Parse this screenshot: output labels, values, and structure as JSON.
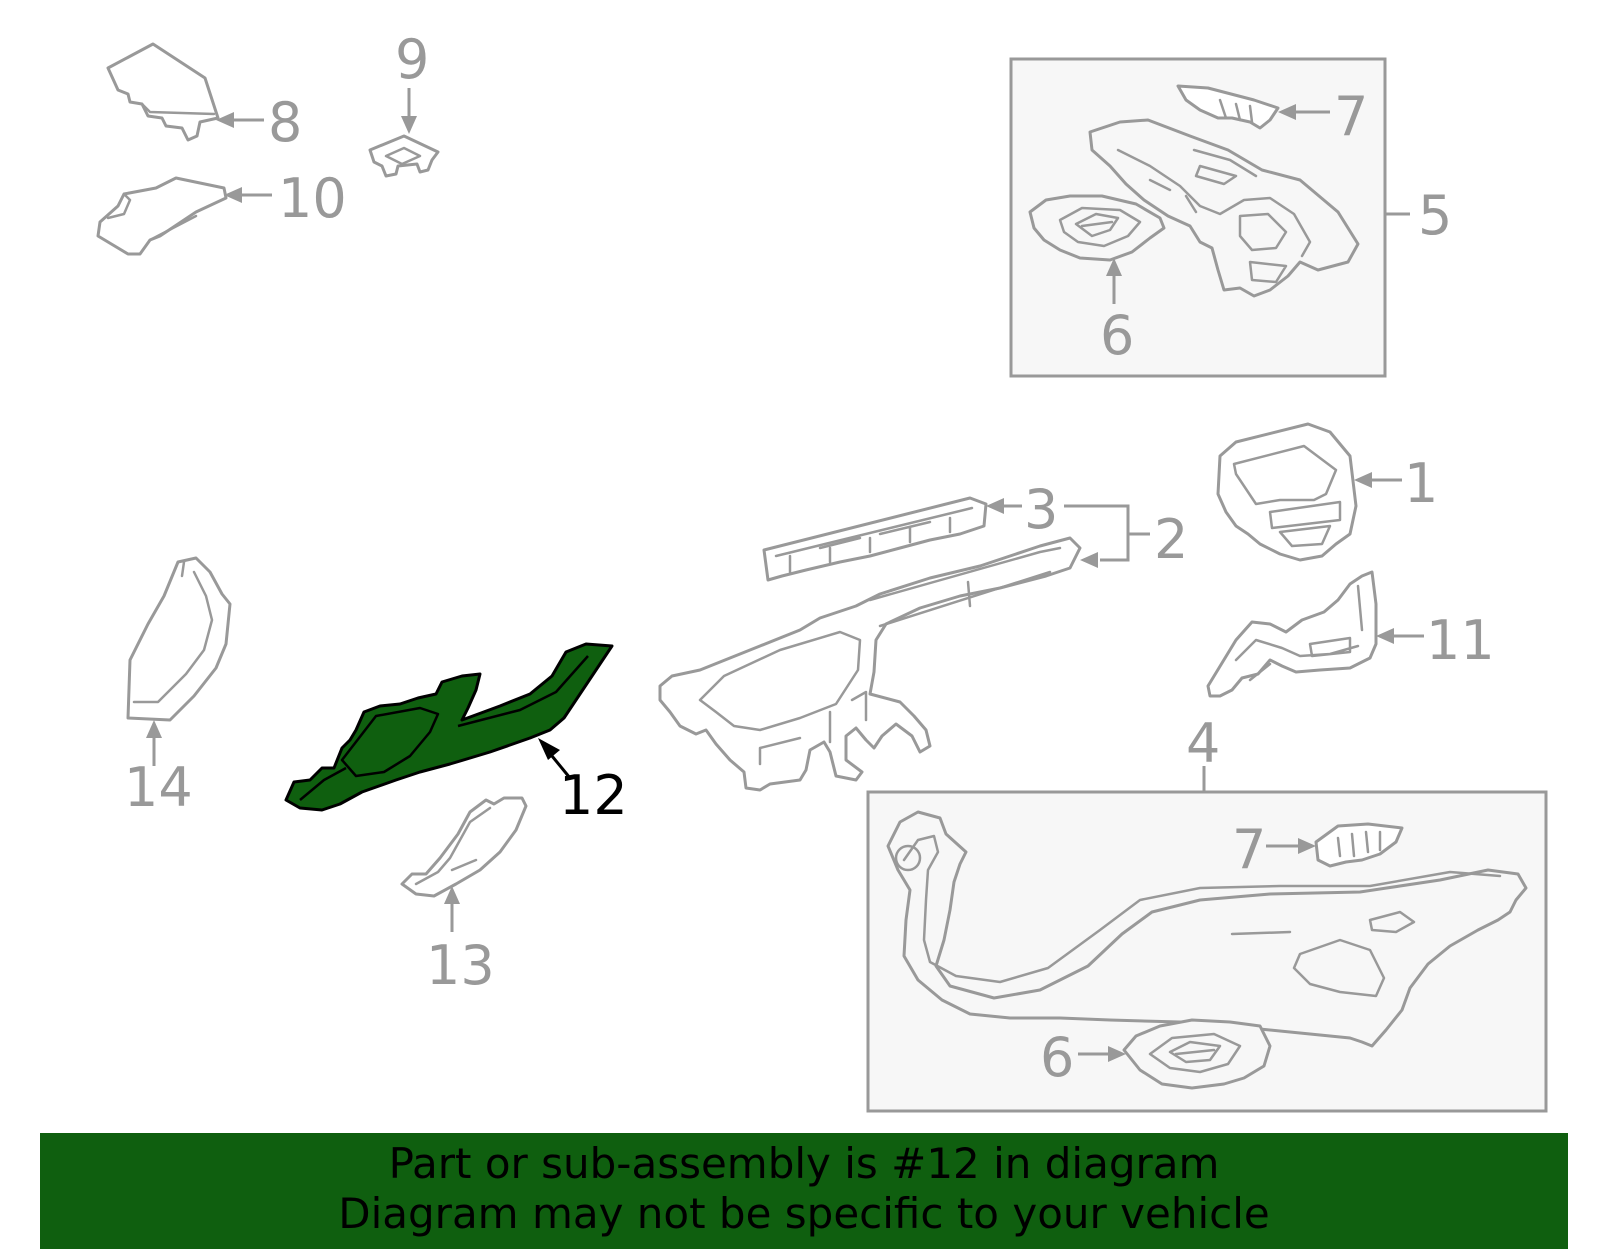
{
  "diagram": {
    "callouts": {
      "c1": "1",
      "c2": "2",
      "c3": "3",
      "c4": "4",
      "c5": "5",
      "c6_top": "6",
      "c6_bottom": "6",
      "c7_top": "7",
      "c7_bottom": "7",
      "c8": "8",
      "c9": "9",
      "c10": "10",
      "c11": "11",
      "c12": "12",
      "c13": "13",
      "c14": "14"
    },
    "highlighted_part": "12",
    "colors": {
      "highlight_fill": "#0f5f0f",
      "outline": "#999999",
      "banner_background": "#0f5f0f",
      "banner_text": "#000000"
    }
  },
  "banner": {
    "line1": "Part or sub-assembly is #12 in diagram",
    "line2": "Diagram may not be specific to your vehicle"
  }
}
